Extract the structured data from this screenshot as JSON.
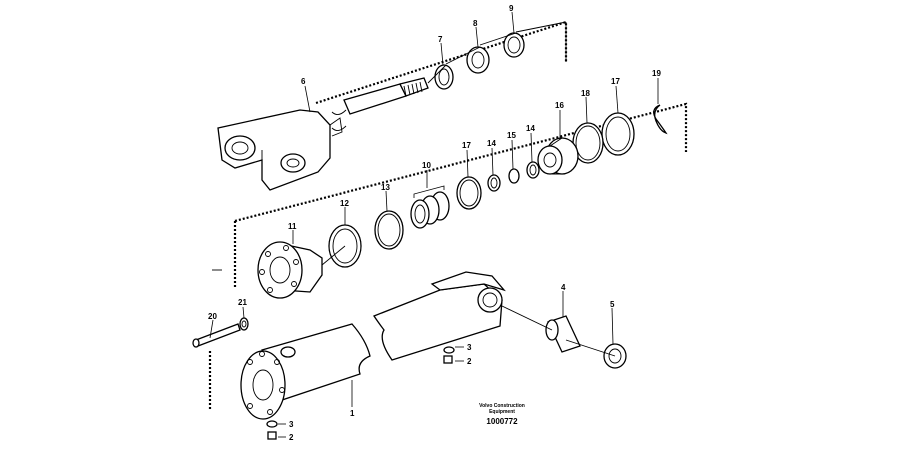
{
  "credit": {
    "line1": "Volvo Construction",
    "line2": "Equipment",
    "number": "1000772"
  },
  "callouts": [
    {
      "id": "c9",
      "label": "9"
    },
    {
      "id": "c8",
      "label": "8"
    },
    {
      "id": "c7",
      "label": "7"
    },
    {
      "id": "c6",
      "label": "6"
    },
    {
      "id": "c19",
      "label": "19"
    },
    {
      "id": "c17a",
      "label": "17"
    },
    {
      "id": "c18",
      "label": "18"
    },
    {
      "id": "c16",
      "label": "16"
    },
    {
      "id": "c14a",
      "label": "14"
    },
    {
      "id": "c15",
      "label": "15"
    },
    {
      "id": "c14b",
      "label": "14"
    },
    {
      "id": "c17b",
      "label": "17"
    },
    {
      "id": "c10",
      "label": "10"
    },
    {
      "id": "c13",
      "label": "13"
    },
    {
      "id": "c12",
      "label": "12"
    },
    {
      "id": "c11",
      "label": "11"
    },
    {
      "id": "c21",
      "label": "21"
    },
    {
      "id": "c20",
      "label": "20"
    },
    {
      "id": "c4",
      "label": "4"
    },
    {
      "id": "c5",
      "label": "5"
    },
    {
      "id": "c3a",
      "label": "3"
    },
    {
      "id": "c2a",
      "label": "2"
    },
    {
      "id": "c1",
      "label": "1"
    },
    {
      "id": "c3b",
      "label": "3"
    },
    {
      "id": "c2b",
      "label": "2"
    }
  ]
}
